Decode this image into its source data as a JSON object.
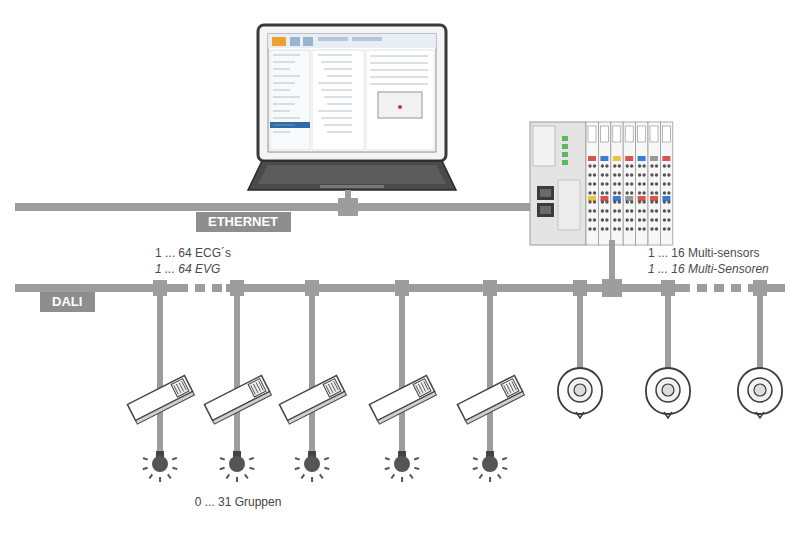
{
  "diagram": {
    "nodes": [
      {
        "text": [
          "ETHERNET"
        ]
      },
      {
        "text": [
          "DALI"
        ]
      },
      {
        "text": [
          "0 ... 31 Gruppen"
        ]
      }
    ],
    "labels": [
      "1 ... 64 ECG´s",
      "1 ... 64 EVG",
      "1 ... 16 Multi-sensors",
      "1 ... 16 Multi-Sensoren"
    ]
  }
}
